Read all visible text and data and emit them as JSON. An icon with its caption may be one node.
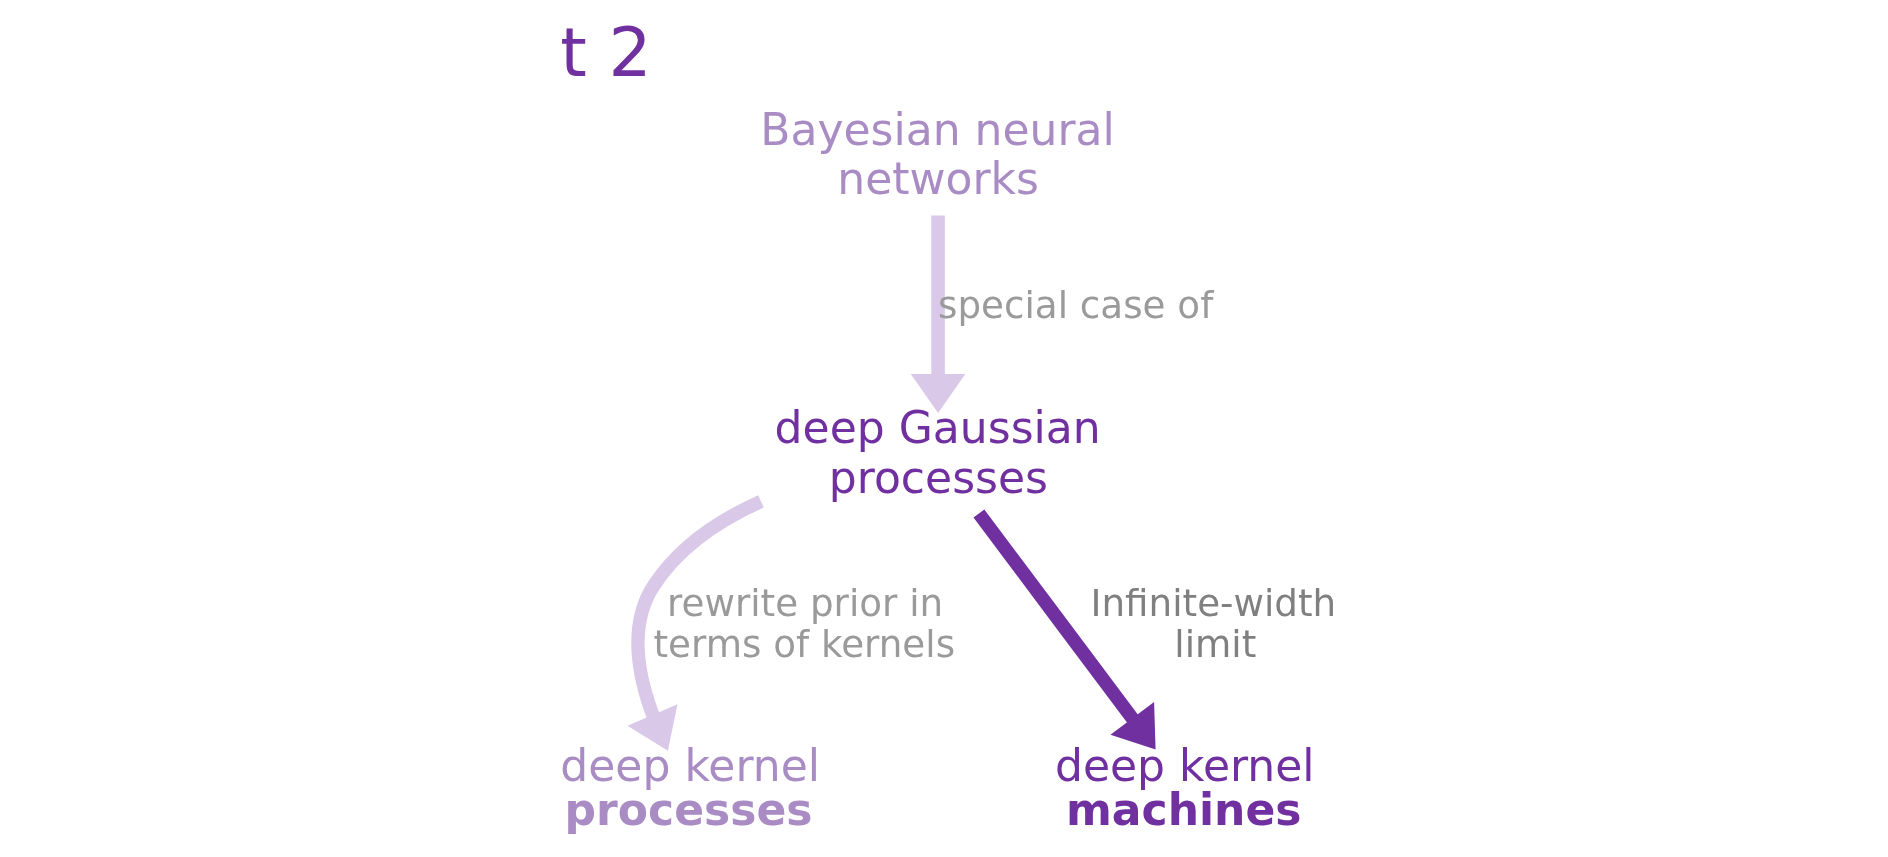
{
  "diagram": {
    "title": "t 2",
    "nodes": [
      {
        "text": [
          "Bayesian neural networks"
        ]
      },
      {
        "text": [
          "deep Gaussian processes"
        ]
      },
      {
        "text": [
          "deep kernel **processes**"
        ]
      },
      {
        "text": [
          "deep kernel **machines**"
        ]
      }
    ],
    "edges": [
      {
        "from": 0,
        "to": 1,
        "arrow": "to",
        "label": "special case of"
      },
      {
        "from": 1,
        "to": 2,
        "arrow": "to",
        "label": "rewrite prior in terms of kernels"
      },
      {
        "from": 1,
        "to": 3,
        "arrow": "to",
        "label": "Infinite-width limit",
        "color": "#7030a0"
      }
    ]
  }
}
